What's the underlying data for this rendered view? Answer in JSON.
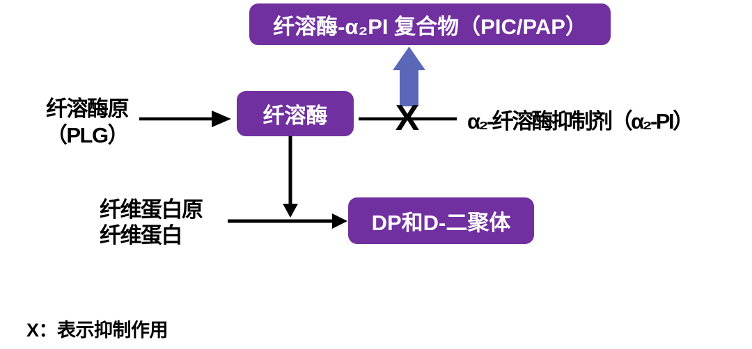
{
  "diagram": {
    "nodes": {
      "pic_complex": "纤溶酶-α₂PI 复合物（PIC/PAP）",
      "plasmin": "纤溶酶",
      "ddimer": "DP和D-二聚体"
    },
    "labels": {
      "plasminogen_line1": "纤溶酶原",
      "plasminogen_line2": "（PLG）",
      "inhibitor": "α₂-纤溶酶抑制剂（α₂-PI）",
      "fibrinogen_line1": "纤维蛋白原",
      "fibrinogen_line2": "纤维蛋白",
      "inhibition_mark": "X",
      "legend": "X：表示抑制作用"
    },
    "colors": {
      "background": "#FFFFFF",
      "node_fill": "#7030A0",
      "node_text": "#FFFFFF",
      "up_arrow": "#5B68B8",
      "line": "#000000"
    }
  }
}
